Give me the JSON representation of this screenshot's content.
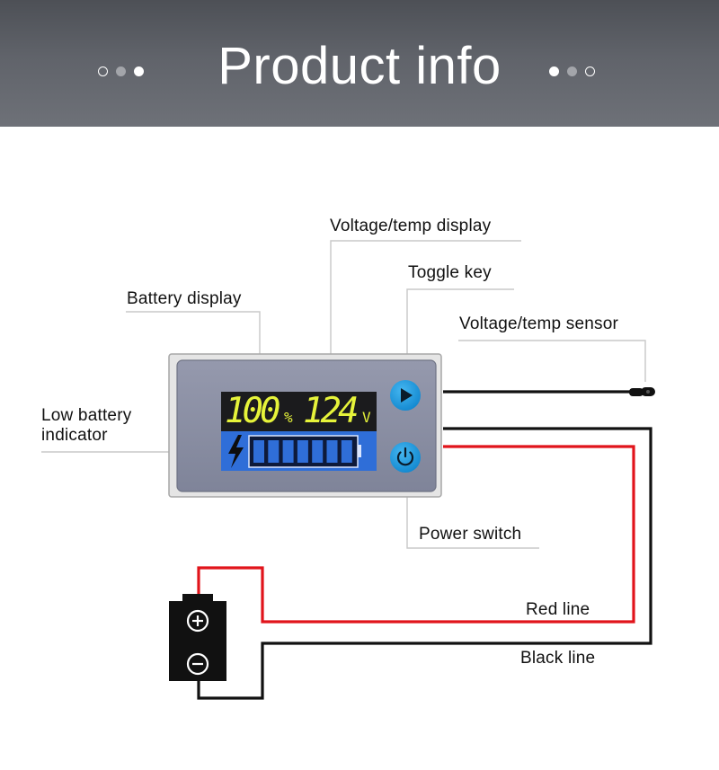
{
  "header": {
    "title": "Product info",
    "background": "#5c5f65"
  },
  "labels": {
    "voltage_temp_display": "Voltage/temp display",
    "toggle_key": "Toggle key",
    "battery_display": "Battery display",
    "voltage_temp_sensor": "Voltage/temp sensor",
    "low_battery_indicator_line1": "Low battery",
    "low_battery_indicator_line2": "indicator",
    "power_switch": "Power switch",
    "red_line": "Red line",
    "black_line": "Black line"
  },
  "lcd": {
    "percent_value": "100",
    "percent_unit": "%",
    "voltage_value": "124",
    "voltage_unit": "V",
    "segment_color": "#e6f33a",
    "bar_color": "#2f6ed8",
    "battery_level_bars": 7
  },
  "icons": {
    "toggle_key": "play-icon",
    "power_switch": "power-icon",
    "battery_positive": "plus-icon",
    "battery_negative": "minus-icon",
    "low_battery": "lightning-icon"
  },
  "colors": {
    "red_wire": "#e1141b",
    "black_wire": "#111111",
    "button_blue": "#1e9be0",
    "panel_grey": "#8a8fa6"
  }
}
